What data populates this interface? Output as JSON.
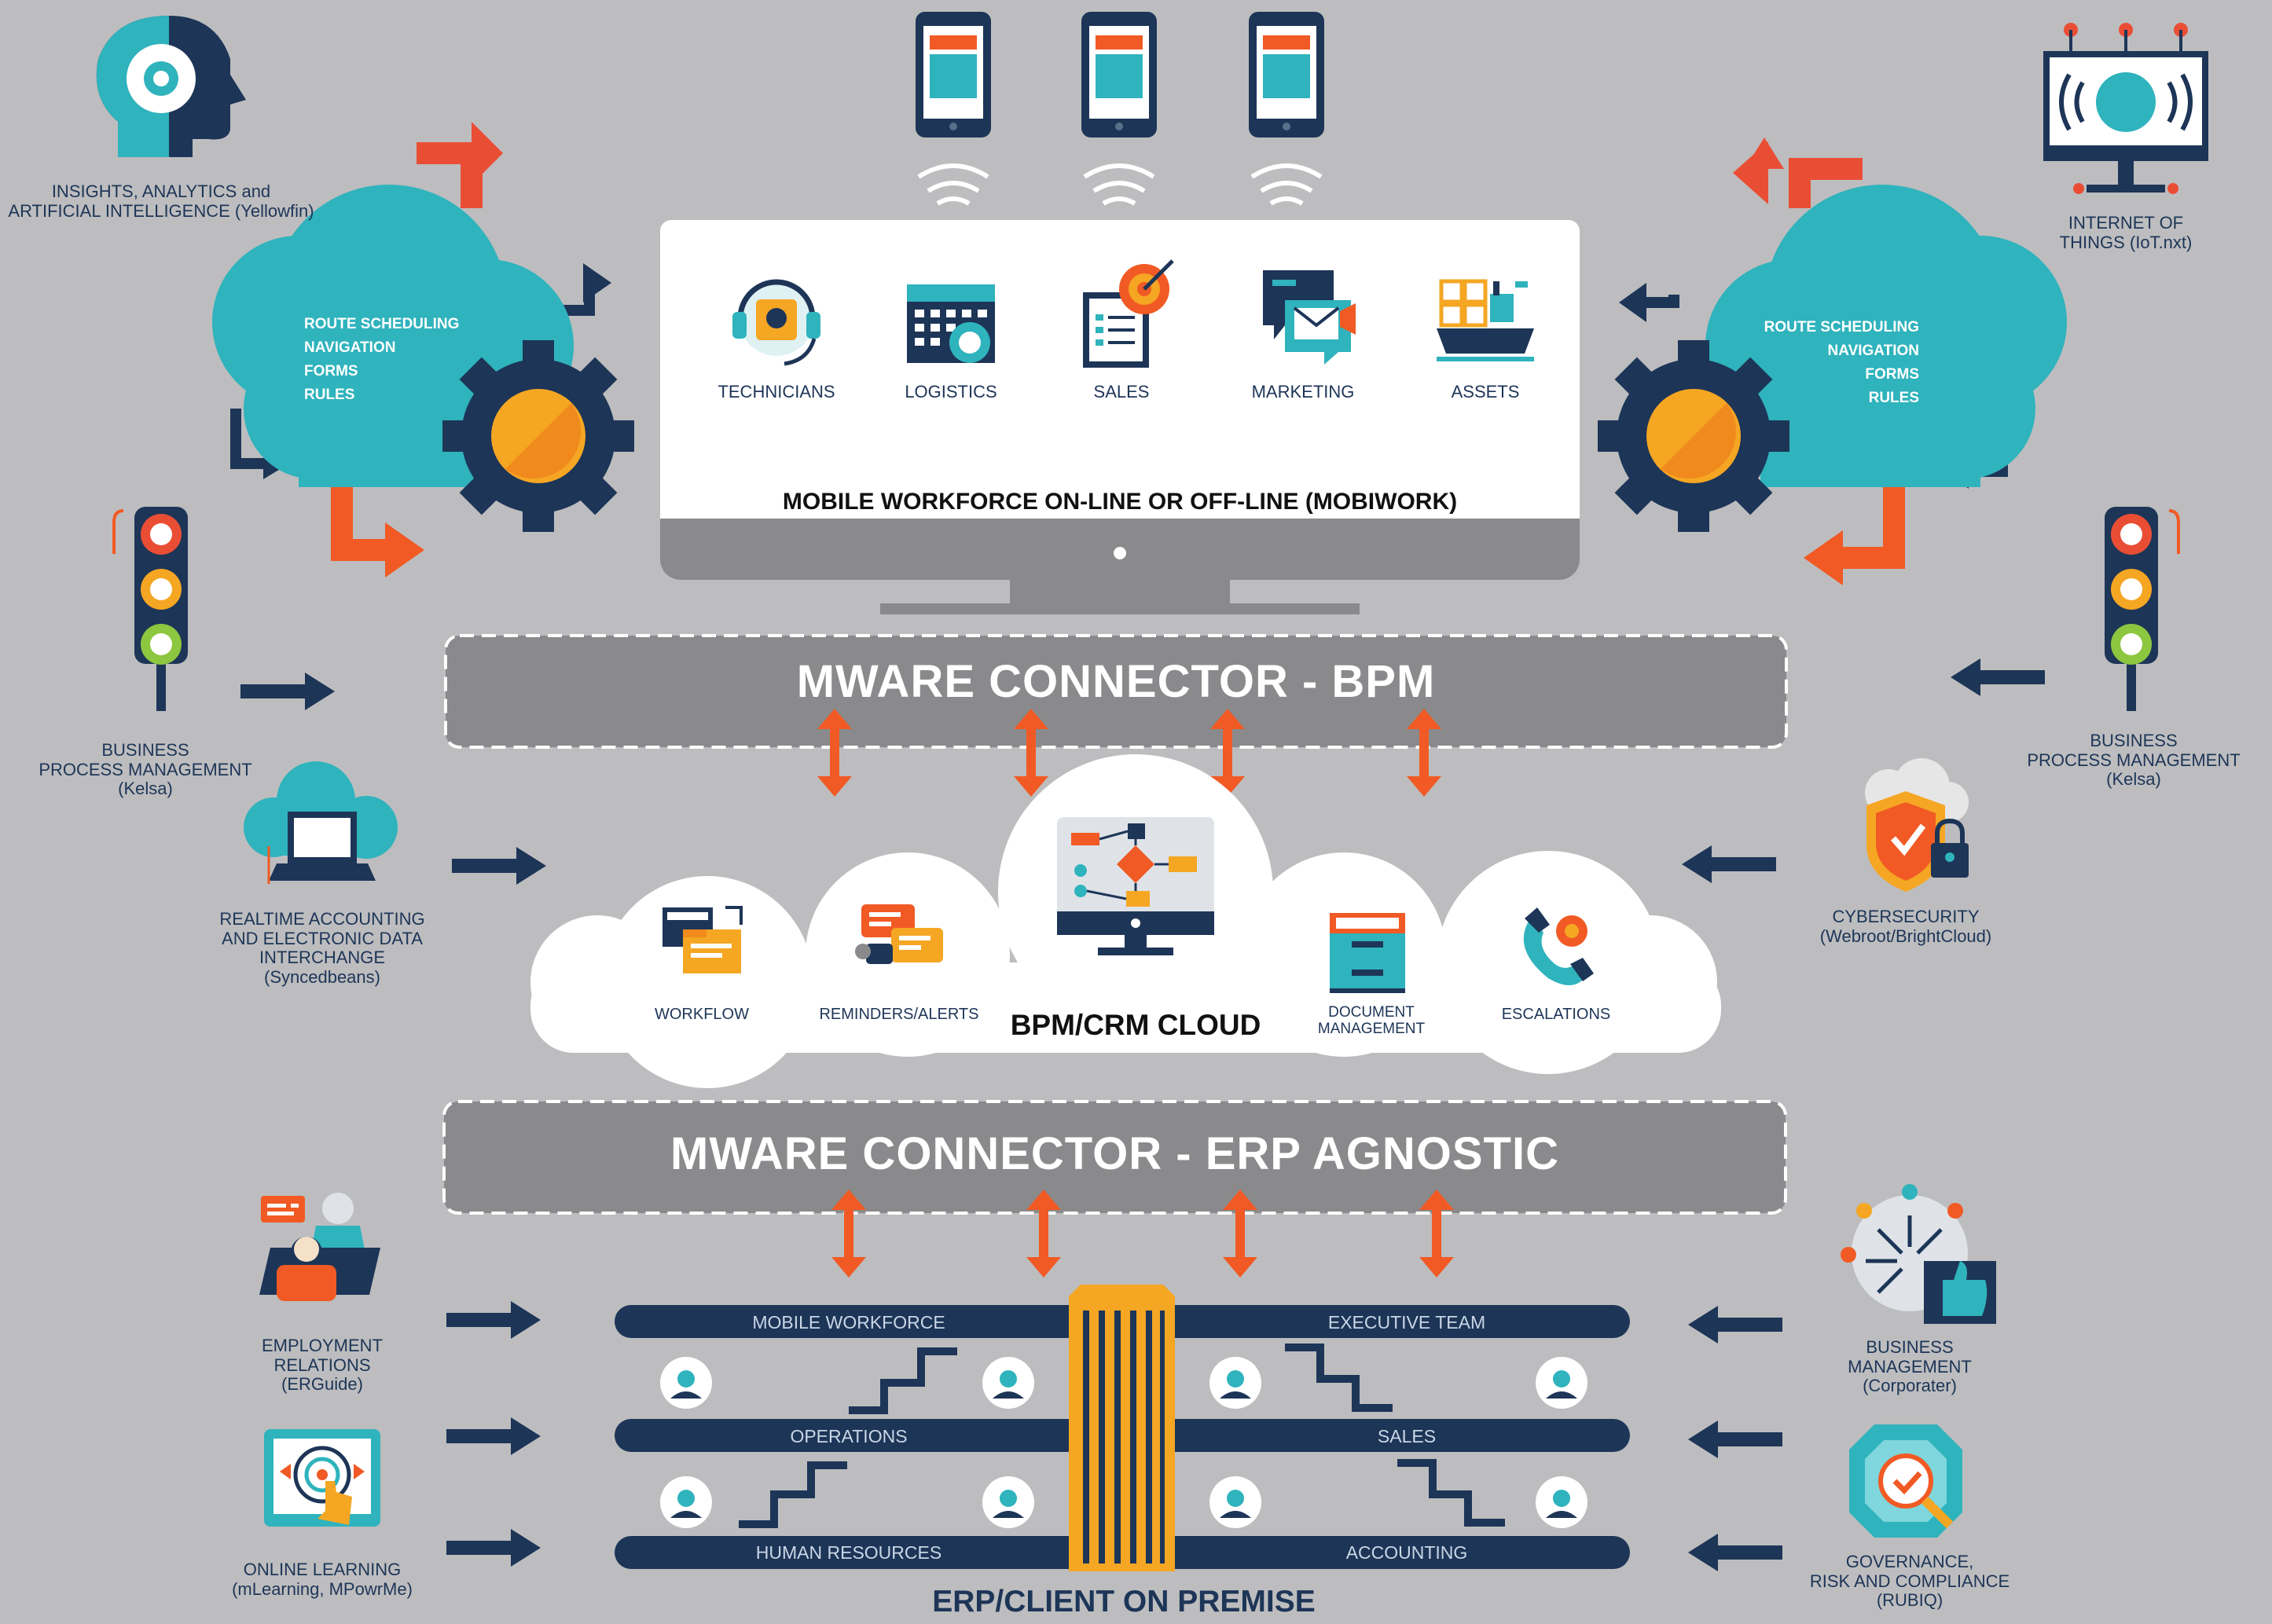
{
  "top_left": {
    "title_lines": [
      "INSIGHTS, ANALYTICS and",
      "ARTIFICIAL INTELLIGENCE (Yellowfin)"
    ]
  },
  "top_right": {
    "title_lines": [
      "INTERNET OF",
      "THINGS (IoT.nxt)"
    ]
  },
  "cloud_left": {
    "lines": [
      "ROUTE SCHEDULING",
      "NAVIGATION",
      "FORMS",
      "RULES"
    ]
  },
  "cloud_right": {
    "lines": [
      "ROUTE SCHEDULING",
      "NAVIGATION",
      "FORMS",
      "RULES"
    ]
  },
  "monitor": {
    "title": "MOBILE WORKFORCE ON-LINE OR OFF-LINE (MOBIWORK)",
    "tiles": [
      {
        "label": "TECHNICIANS",
        "icon": "technician-headset-icon"
      },
      {
        "label": "LOGISTICS",
        "icon": "logistics-calendar-icon"
      },
      {
        "label": "SALES",
        "icon": "sales-target-icon"
      },
      {
        "label": "MARKETING",
        "icon": "marketing-chat-icon"
      },
      {
        "label": "ASSETS",
        "icon": "assets-ship-icon"
      }
    ]
  },
  "connector_bpm": {
    "title": "MWARE CONNECTOR - BPM"
  },
  "connector_erp": {
    "title": "MWARE CONNECTOR - ERP AGNOSTIC"
  },
  "bpm_cloud": {
    "title": "BPM/CRM CLOUD",
    "items": [
      {
        "lines": [
          "WORKFLOW"
        ],
        "icon": "workflow-folder-icon"
      },
      {
        "lines": [
          "REMINDERS/ALERTS"
        ],
        "icon": "alerts-chat-icon"
      },
      {
        "lines": [
          "DOCUMENT",
          "MANAGEMENT"
        ],
        "icon": "document-drawer-icon"
      },
      {
        "lines": [
          "ESCALATIONS"
        ],
        "icon": "escalation-phone-icon"
      }
    ]
  },
  "left_side": [
    {
      "lines": [
        "BUSINESS",
        "PROCESS MANAGEMENT",
        "(Kelsa)"
      ],
      "icon": "traffic-light-icon"
    },
    {
      "lines": [
        "REALTIME ACCOUNTING",
        "AND ELECTRONIC DATA",
        "INTERCHANGE",
        "(Syncedbeans)"
      ],
      "icon": "cloud-laptop-icon"
    },
    {
      "lines": [
        "EMPLOYMENT",
        "RELATIONS",
        "(ERGuide)"
      ],
      "icon": "employment-meeting-icon"
    },
    {
      "lines": [
        "ONLINE LEARNING",
        "(mLearning, MPowrMe)"
      ],
      "icon": "online-learning-tablet-icon"
    }
  ],
  "right_side": [
    {
      "lines": [
        "BUSINESS",
        "PROCESS MANAGEMENT",
        "(Kelsa)"
      ],
      "icon": "traffic-light-icon"
    },
    {
      "lines": [
        "CYBERSECURITY",
        "(Webroot/BrightCloud)"
      ],
      "icon": "shield-lock-icon"
    },
    {
      "lines": [
        "BUSINESS",
        "MANAGEMENT",
        "(Corporater)"
      ],
      "icon": "thumbs-up-icon"
    },
    {
      "lines": [
        "GOVERNANCE,",
        "RISK AND COMPLIANCE",
        "(RUBIQ)"
      ],
      "icon": "diamond-check-icon"
    }
  ],
  "erp": {
    "title": "ERP/CLIENT ON PREMISE",
    "rails": [
      {
        "left": "MOBILE WORKFORCE",
        "right": "EXECUTIVE TEAM"
      },
      {
        "left": "OPERATIONS",
        "right": "SALES"
      },
      {
        "left": "HUMAN RESOURCES",
        "right": "ACCOUNTING"
      }
    ]
  },
  "colors": {
    "background": "#bdbdbf",
    "navy": "#1d3557",
    "orange": "#f15a24",
    "teal": "#2fb3bd",
    "gold": "#f5a623",
    "connector": "#8a8a8c"
  }
}
